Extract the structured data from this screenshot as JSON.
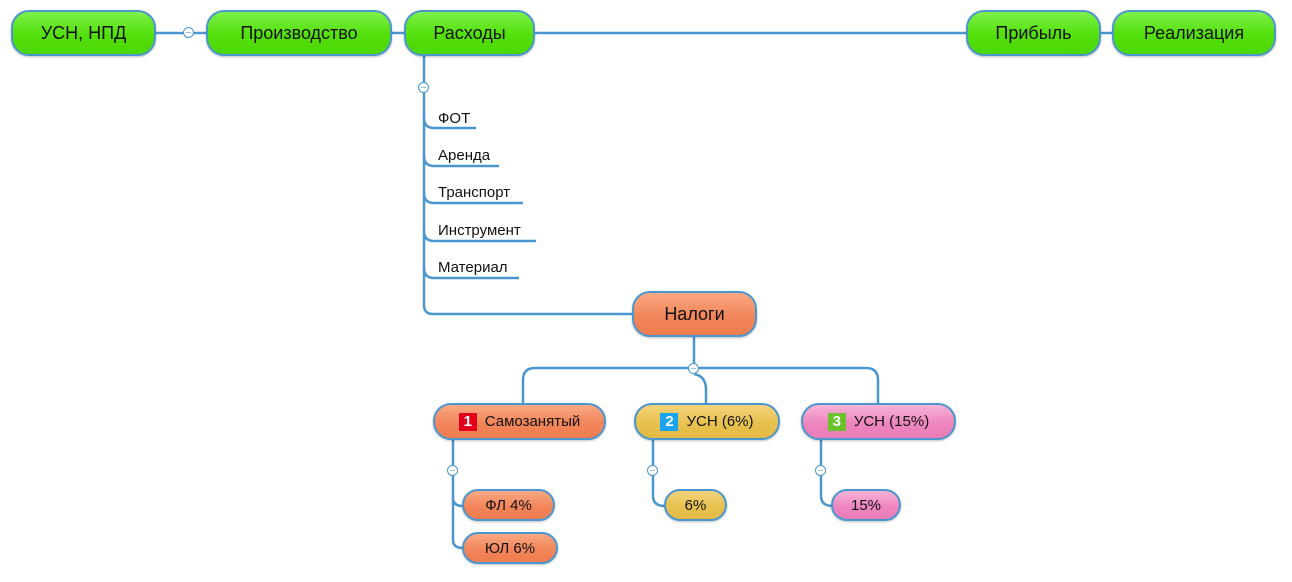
{
  "mindmap": {
    "top_row": [
      {
        "label": "УСН, НПД"
      },
      {
        "label": "Производство"
      },
      {
        "label": "Расходы"
      },
      {
        "label": "Прибыль"
      },
      {
        "label": "Реализация"
      }
    ],
    "expenses": {
      "items": [
        "ФОТ",
        "Аренда",
        "Транспорт",
        "Инструмент",
        "Материал"
      ]
    },
    "taxes": {
      "label": "Налоги",
      "children": [
        {
          "marker": "1",
          "marker_color": "#e2001a",
          "label": "Самозанятый",
          "sub": [
            "ФЛ 4%",
            "ЮЛ 6%"
          ]
        },
        {
          "marker": "2",
          "marker_color": "#1aa3ef",
          "label": "УСН (6%)",
          "sub": [
            "6%"
          ]
        },
        {
          "marker": "3",
          "marker_color": "#6cc22a",
          "label": "УСН (15%)",
          "sub": [
            "15%"
          ]
        }
      ]
    },
    "colors": {
      "line": "#4a97cf",
      "green": "#52e00a",
      "orange": "#f2865a",
      "yellow": "#e8c24f",
      "pink": "#ee86bf"
    }
  }
}
